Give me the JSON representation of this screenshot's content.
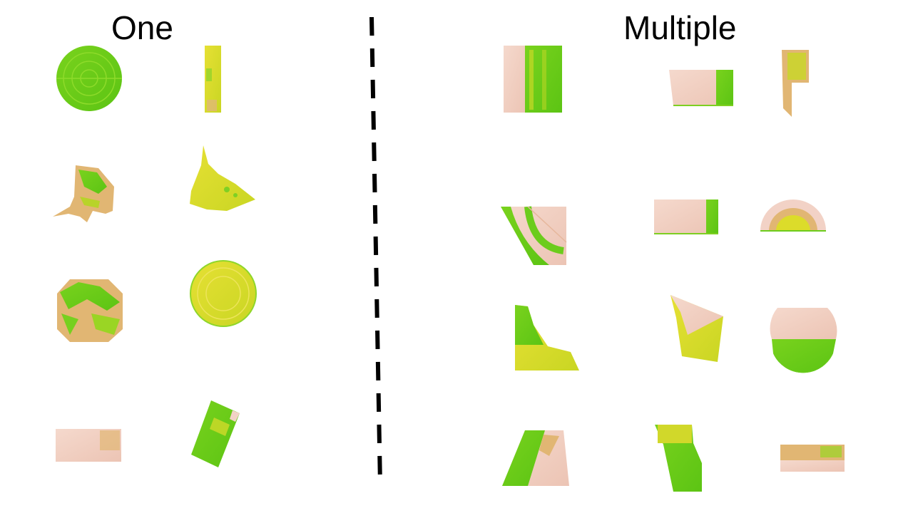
{
  "headings": {
    "left": "One",
    "right": "Multiple"
  },
  "colors": {
    "bare_soil": "#f2d2c6",
    "bare_soil_dark": "#e6b79c",
    "vegetation_green": "#6ccc1c",
    "vegetation_yellow": "#dcdc2a",
    "mixed_tan": "#e1b673",
    "divider": "#000000"
  },
  "divider": {
    "style": "dashed"
  },
  "groups": {
    "one": {
      "field_count": 8
    },
    "multiple": {
      "field_count": 12
    }
  }
}
